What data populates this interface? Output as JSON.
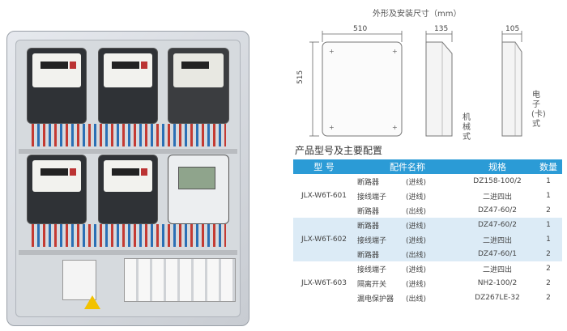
{
  "drawing": {
    "title": "外形及安装尺寸（mm）",
    "width": "510",
    "height": "515",
    "depth_mech": "135",
    "depth_elec": "105",
    "label_mech": "机械式",
    "label_elec": "电子(卡)式"
  },
  "config": {
    "title": "产品型号及主要配置",
    "headers": [
      "型 号",
      "配件名称",
      "规格",
      "数量"
    ],
    "groups": [
      {
        "model": "JLX-W6T-601",
        "rows": [
          {
            "name": "断路器",
            "note": "(进线)",
            "spec": "DZ158-100/2",
            "qty": "1"
          },
          {
            "name": "接线端子",
            "note": "(进线)",
            "spec": "二进四出",
            "qty": "1"
          },
          {
            "name": "断路器",
            "note": "(出线)",
            "spec": "DZ47-60/2",
            "qty": "2"
          }
        ]
      },
      {
        "model": "JLX-W6T-602",
        "rows": [
          {
            "name": "断路器",
            "note": "(进线)",
            "spec": "DZ47-60/2",
            "qty": "1"
          },
          {
            "name": "接线端子",
            "note": "(进线)",
            "spec": "二进四出",
            "qty": "1"
          },
          {
            "name": "断路器",
            "note": "(出线)",
            "spec": "DZ47-60/1",
            "qty": "2"
          }
        ]
      },
      {
        "model": "JLX-W6T-603",
        "rows": [
          {
            "name": "接线端子",
            "note": "(进线)",
            "spec": "二进四出",
            "qty": "2"
          },
          {
            "name": "隔离开关",
            "note": "(进线)",
            "spec": "NH2-100/2",
            "qty": "2"
          },
          {
            "name": "漏电保护器",
            "note": "(出线)",
            "spec": "DZ267LE-32",
            "qty": "2"
          }
        ]
      }
    ]
  },
  "colors": {
    "header_bg": "#2b9bd6",
    "band_bg": "#dcebf6"
  }
}
